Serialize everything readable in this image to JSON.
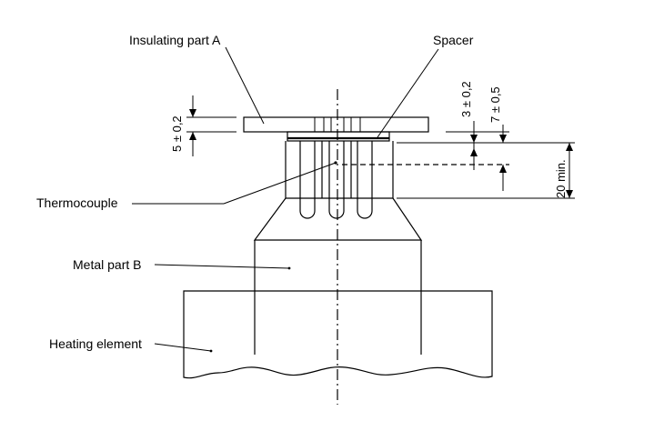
{
  "labels": {
    "insulating_part_a": "Insulating part A",
    "spacer": "Spacer",
    "thermocouple": "Thermocouple",
    "metal_part_b": "Metal part B",
    "heating_element": "Heating element"
  },
  "dimensions": {
    "insulating_thickness": "5 ± 0,2",
    "thermocouple_depth": "3 ± 0,2",
    "spacer_height": "7 ± 0,5",
    "min_length": "20 min."
  }
}
